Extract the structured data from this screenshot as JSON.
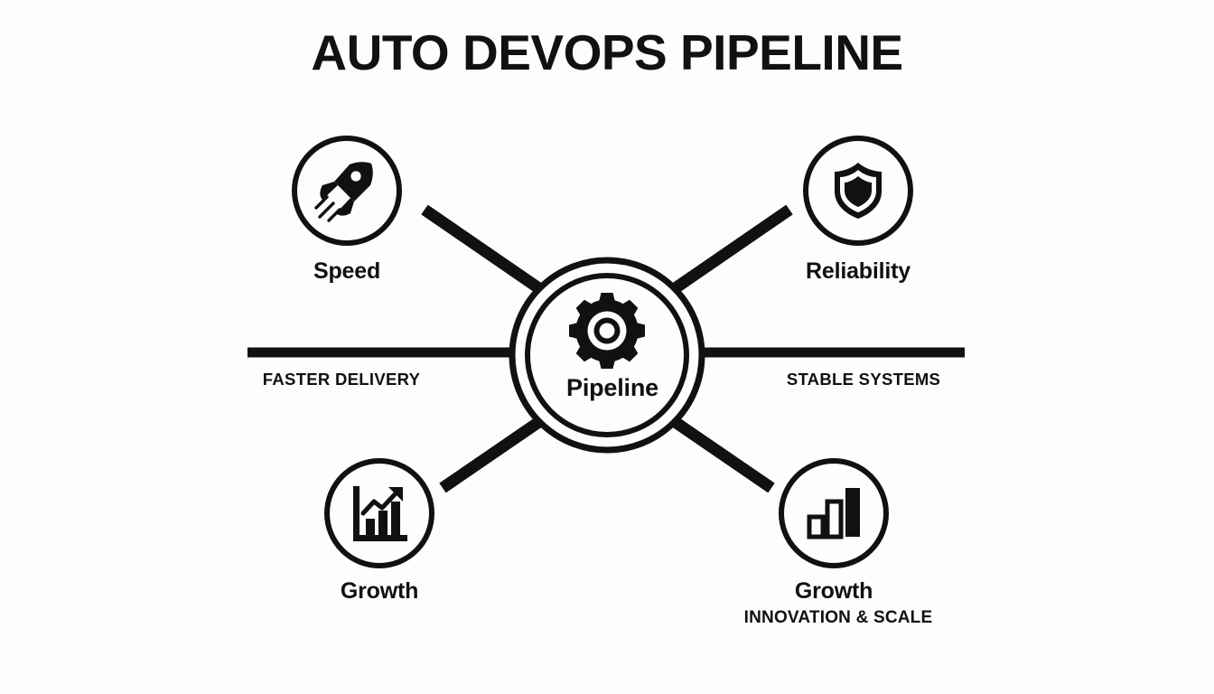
{
  "page": {
    "title": "AUTO DEVOPS PIPELINE",
    "background_color": "#fdfdfc",
    "ink_color": "#111111"
  },
  "center": {
    "label": "Pipeline",
    "icon": "gear-icon"
  },
  "axis": {
    "left_caption": "FASTER DELIVERY",
    "right_caption": "STABLE SYSTEMS"
  },
  "nodes": [
    {
      "id": "speed",
      "label": "Speed",
      "sublabel": "",
      "icon": "rocket-icon",
      "position": "top-left"
    },
    {
      "id": "reliability",
      "label": "Reliability",
      "sublabel": "",
      "icon": "shield-icon",
      "position": "top-right"
    },
    {
      "id": "growth-left",
      "label": "Growth",
      "sublabel": "",
      "icon": "growth-chart-icon",
      "position": "bottom-left"
    },
    {
      "id": "growth-right",
      "label": "Growth",
      "sublabel": "INNOVATION & SCALE",
      "icon": "bar-chart-icon",
      "position": "bottom-right"
    }
  ]
}
